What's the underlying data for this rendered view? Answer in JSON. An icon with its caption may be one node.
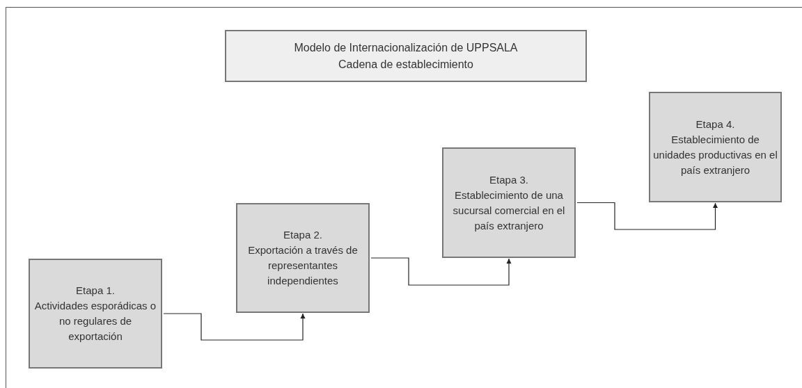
{
  "diagram": {
    "nodes": [
      {
        "text": [
          "Modelo de Internacionalización de UPPSALA",
          "Cadena de establecimiento"
        ]
      },
      {
        "text": [
          "Etapa 1.",
          "Actividades esporádicas o no regulares de exportación"
        ]
      },
      {
        "text": [
          "Etapa 2.",
          "Exportación a través de representantes independientes"
        ]
      },
      {
        "text": [
          "Etapa 3.",
          "Establecimiento de una sucursal comercial en el país extranjero"
        ]
      },
      {
        "text": [
          "Etapa 4.",
          "Establecimiento de unidades productivas en el país extranjero"
        ]
      }
    ],
    "edges": [
      {
        "from": 1,
        "to": 2,
        "arrow": "to"
      },
      {
        "from": 2,
        "to": 3,
        "arrow": "to"
      },
      {
        "from": 3,
        "to": 4,
        "arrow": "to"
      }
    ]
  }
}
